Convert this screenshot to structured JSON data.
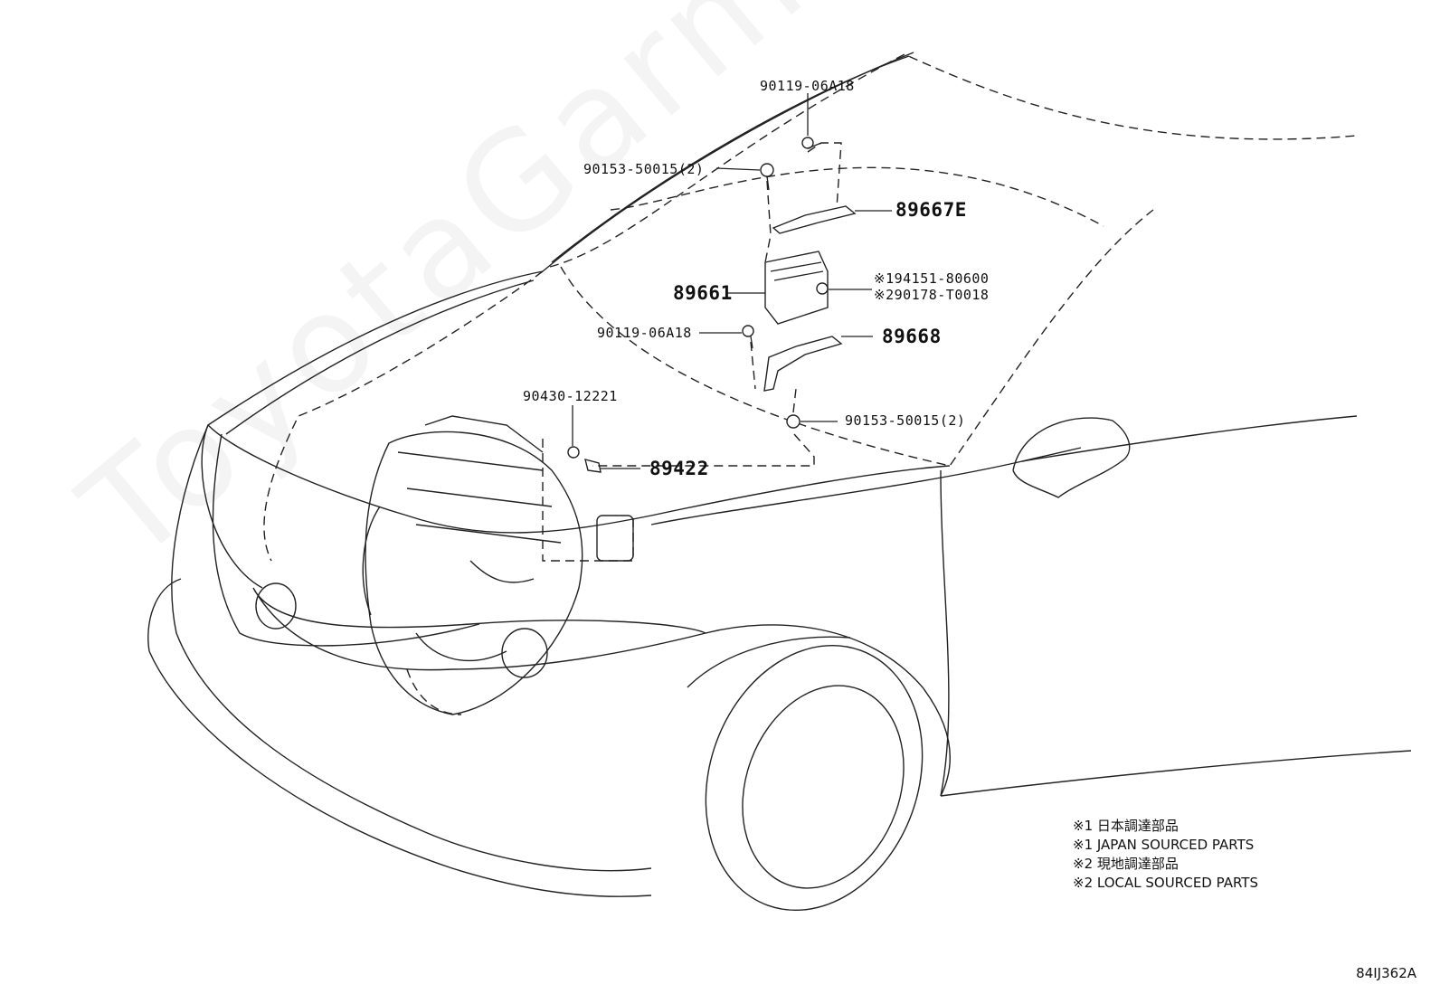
{
  "watermark": "ToyotaGarmine.ru",
  "diagram_code": "84IJ362A",
  "callouts": {
    "bolt_top": "90119-06A18",
    "bolt_washer_top": "90153-50015(2)",
    "bracket_upper": "89667E",
    "ecu": "89661",
    "nut_jp": "※194151-80600",
    "nut_local": "※290178-T0018",
    "bolt_mid": "90119-06A18",
    "bracket_lower": "89668",
    "gasket": "90430-12221",
    "bolt_washer_bottom": "90153-50015(2)",
    "sensor": "89422"
  },
  "notes": [
    "※1 日本調達部品",
    "※1 JAPAN SOURCED PARTS",
    "※2 現地調達部品",
    "※2 LOCAL SOURCED PARTS"
  ]
}
